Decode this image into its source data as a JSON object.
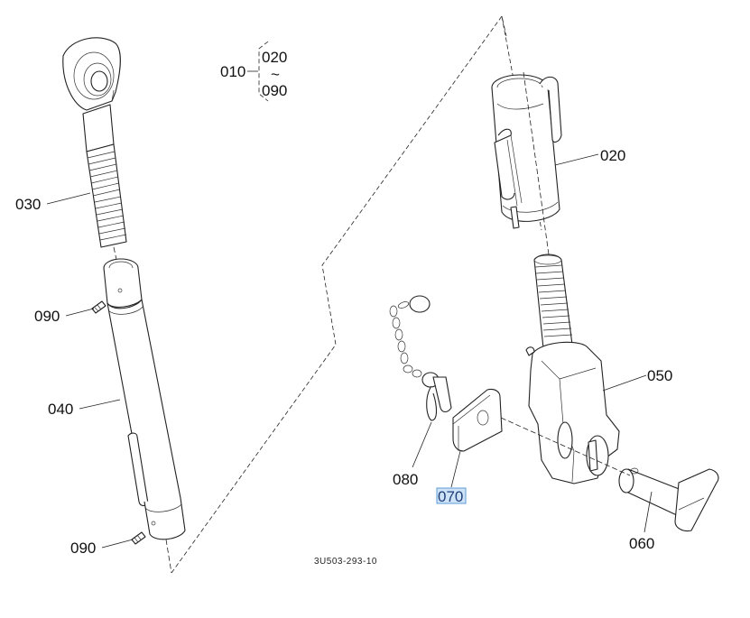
{
  "diagram": {
    "drawing_code": "3U503-293-10",
    "assembly": {
      "label": "010",
      "range_start": "020",
      "range_separator": "~",
      "range_end": "090"
    },
    "selected_part": "070",
    "highlight_color": "#cfe3f7",
    "callouts": [
      {
        "id": "030",
        "label": "030"
      },
      {
        "id": "090a",
        "label": "090"
      },
      {
        "id": "040",
        "label": "040"
      },
      {
        "id": "090b",
        "label": "090"
      },
      {
        "id": "020",
        "label": "020"
      },
      {
        "id": "050",
        "label": "050"
      },
      {
        "id": "080",
        "label": "080"
      },
      {
        "id": "070",
        "label": "070"
      },
      {
        "id": "060",
        "label": "060"
      }
    ]
  }
}
